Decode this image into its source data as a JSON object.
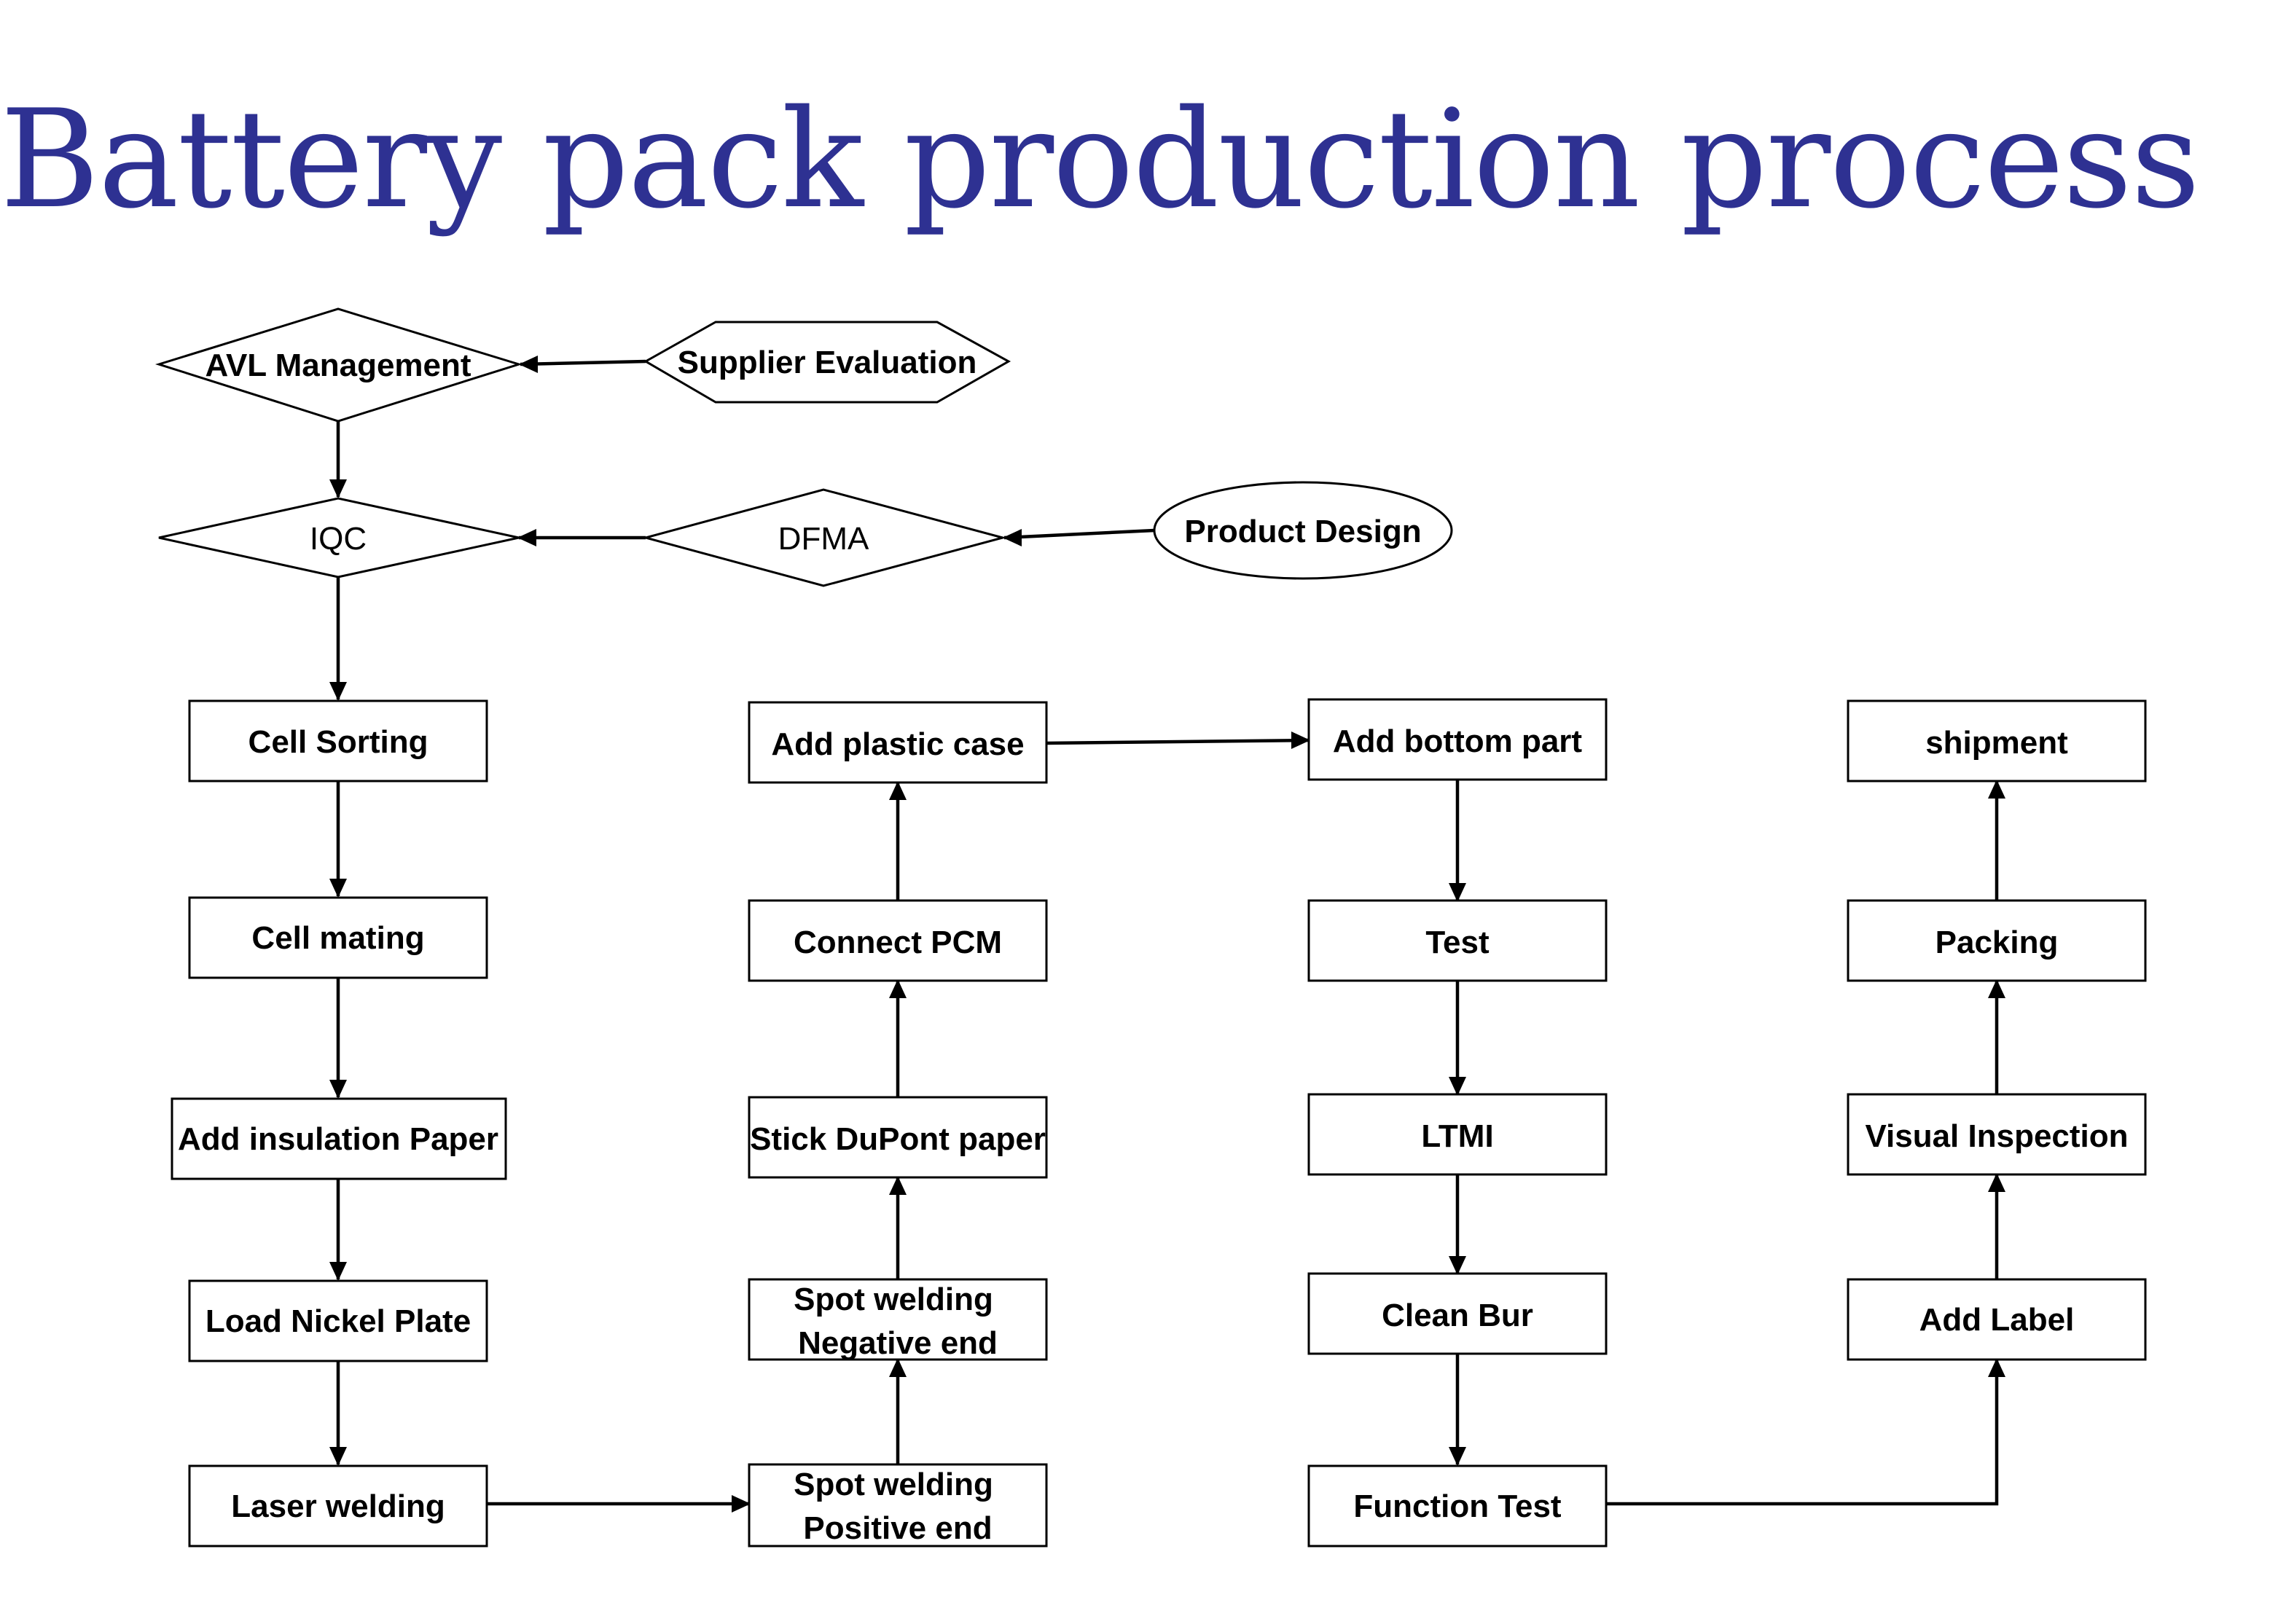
{
  "title": "Battery pack production process",
  "colors": {
    "title": "#2e3192",
    "stroke": "#000000"
  },
  "nodes": {
    "avl": {
      "label": "AVL Management",
      "shape": "diamond"
    },
    "supplier": {
      "label": "Supplier Evaluation",
      "shape": "hexagon"
    },
    "iqc": {
      "label": "IQC",
      "shape": "diamond"
    },
    "dfma": {
      "label": "DFMA",
      "shape": "diamond"
    },
    "product_design": {
      "label": "Product Design",
      "shape": "ellipse"
    },
    "cell_sorting": {
      "label": "Cell Sorting",
      "shape": "box"
    },
    "cell_mating": {
      "label": "Cell mating",
      "shape": "box"
    },
    "add_insulation": {
      "label": "Add insulation Paper",
      "shape": "box"
    },
    "load_nickel": {
      "label": "Load Nickel Plate",
      "shape": "box"
    },
    "laser_welding": {
      "label": "Laser welding",
      "shape": "box"
    },
    "spot_positive": {
      "label1": "Spot welding",
      "label2": "Positive end",
      "shape": "box"
    },
    "spot_negative": {
      "label1": "Spot welding",
      "label2": "Negative end",
      "shape": "box"
    },
    "stick_dupont": {
      "label": "Stick DuPont paper",
      "shape": "box"
    },
    "connect_pcm": {
      "label": "Connect PCM",
      "shape": "box"
    },
    "add_plastic": {
      "label": "Add plastic case",
      "shape": "box"
    },
    "add_bottom": {
      "label": "Add bottom part",
      "shape": "box"
    },
    "test": {
      "label": "Test",
      "shape": "box"
    },
    "ltmi": {
      "label": "LTMI",
      "shape": "box"
    },
    "clean_bur": {
      "label": "Clean Bur",
      "shape": "box"
    },
    "function_test": {
      "label": "Function Test",
      "shape": "box"
    },
    "add_label": {
      "label": "Add Label",
      "shape": "box"
    },
    "visual_inspection": {
      "label": "Visual Inspection",
      "shape": "box"
    },
    "packing": {
      "label": "Packing",
      "shape": "box"
    },
    "shipment": {
      "label": "shipment",
      "shape": "box"
    }
  },
  "edges": [
    [
      "supplier",
      "avl"
    ],
    [
      "avl",
      "iqc"
    ],
    [
      "product_design",
      "dfma"
    ],
    [
      "dfma",
      "iqc"
    ],
    [
      "iqc",
      "cell_sorting"
    ],
    [
      "cell_sorting",
      "cell_mating"
    ],
    [
      "cell_mating",
      "add_insulation"
    ],
    [
      "add_insulation",
      "load_nickel"
    ],
    [
      "load_nickel",
      "laser_welding"
    ],
    [
      "laser_welding",
      "spot_positive"
    ],
    [
      "spot_positive",
      "spot_negative"
    ],
    [
      "spot_negative",
      "stick_dupont"
    ],
    [
      "stick_dupont",
      "connect_pcm"
    ],
    [
      "connect_pcm",
      "add_plastic"
    ],
    [
      "add_plastic",
      "add_bottom"
    ],
    [
      "add_bottom",
      "test"
    ],
    [
      "test",
      "ltmi"
    ],
    [
      "ltmi",
      "clean_bur"
    ],
    [
      "clean_bur",
      "function_test"
    ],
    [
      "function_test",
      "add_label"
    ],
    [
      "add_label",
      "visual_inspection"
    ],
    [
      "visual_inspection",
      "packing"
    ],
    [
      "packing",
      "shipment"
    ]
  ]
}
